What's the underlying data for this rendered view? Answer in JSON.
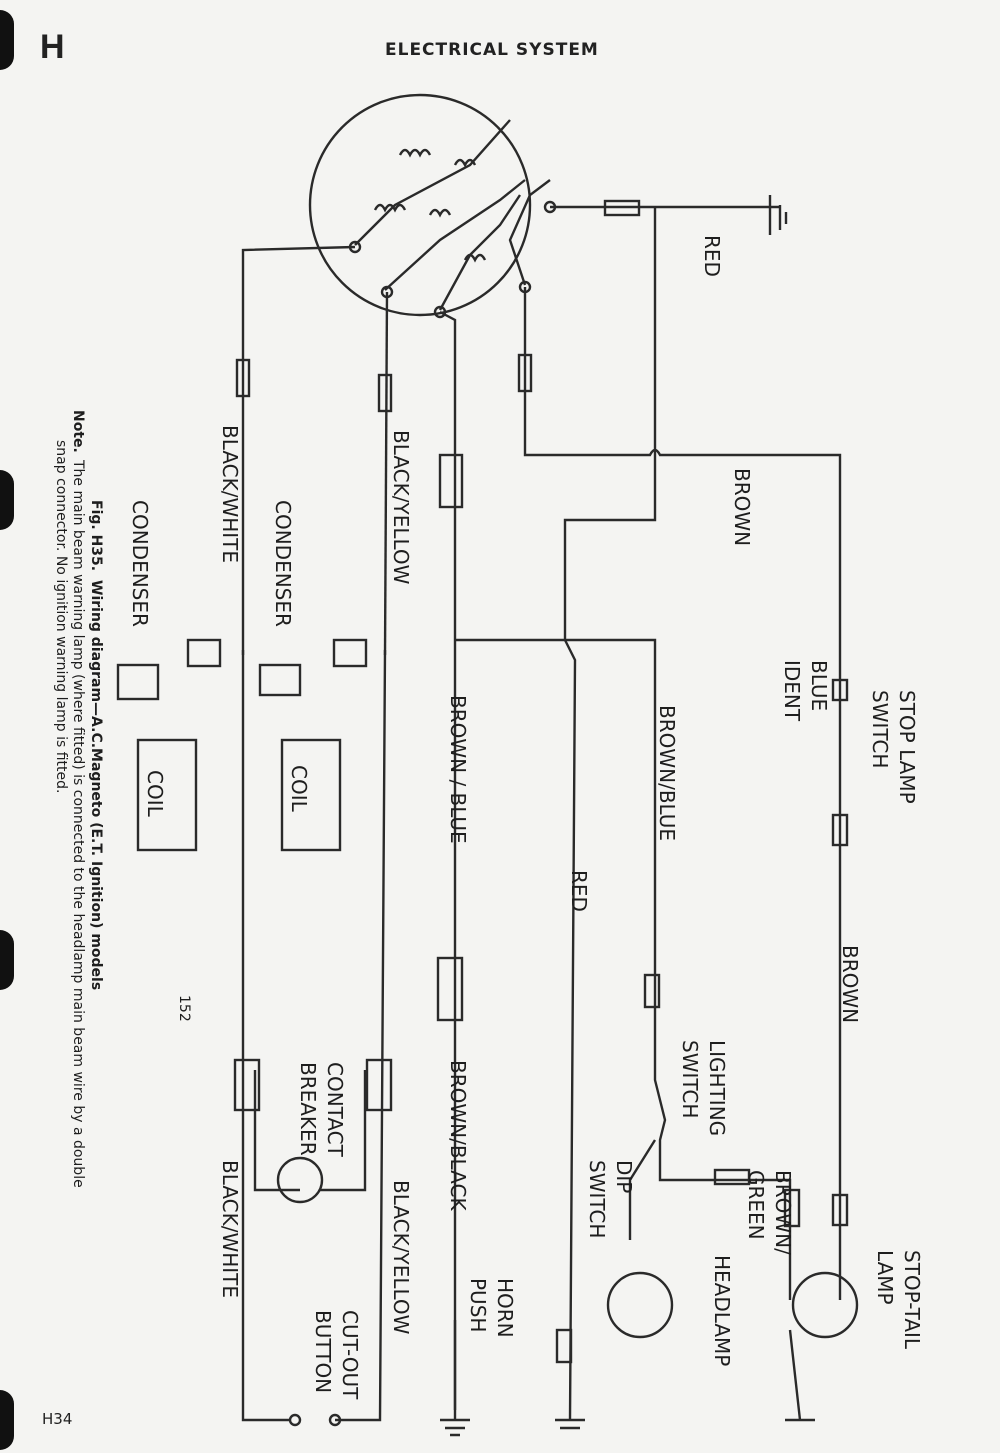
{
  "header": {
    "section_letter": "H",
    "title": "ELECTRICAL SYSTEM"
  },
  "footer": {
    "page_code": "H34",
    "page_number": "152"
  },
  "caption": {
    "figure": "Fig. H35.",
    "title": "Wiring diagram—A.C.Magneto (E.T. Ignition) models",
    "note_label": "Note.",
    "note_line1": "The main beam warning lamp (where fitted) is connected to the headlamp main beam wire by a double",
    "note_line2": "snap connector. No ignition warning lamp is fitted."
  },
  "labels": {
    "red_top": "RED",
    "brown_top": "BROWN",
    "blue": "BLUE",
    "ident": "IDENT",
    "stop_lamp": "STOP LAMP",
    "switch_stop": "SWITCH",
    "brown_lower": "BROWN",
    "lighting": "LIGHTING",
    "switch_lighting": "SWITCH",
    "brown_slash": "BROWN/",
    "green": "GREEN",
    "headlamp": "HEADLAMP",
    "stop_tail": "STOP-TAIL",
    "lamp": "LAMP",
    "dip": "DIP",
    "switch_dip": "SWITCH",
    "brown_blue_right": "BROWN/BLUE",
    "red_mid": "RED",
    "brown_blue_left": "BROWN / BLUE",
    "brown_black": "BROWN/BLACK",
    "horn": "HORN",
    "push": "PUSH",
    "black_yellow_top": "BLACK/YELLOW",
    "black_yellow_bottom": "BLACK/YELLOW",
    "black_white_top": "BLACK/WHITE",
    "black_white_bottom": "BLACK/WHITE",
    "condenser_1": "CONDENSER",
    "condenser_2": "CONDENSER",
    "coil_1": "COIL",
    "coil_2": "COIL",
    "contact": "CONTACT",
    "breaker": "BREAKER",
    "cut_out": "CUT-OUT",
    "button": "BUTTON"
  }
}
